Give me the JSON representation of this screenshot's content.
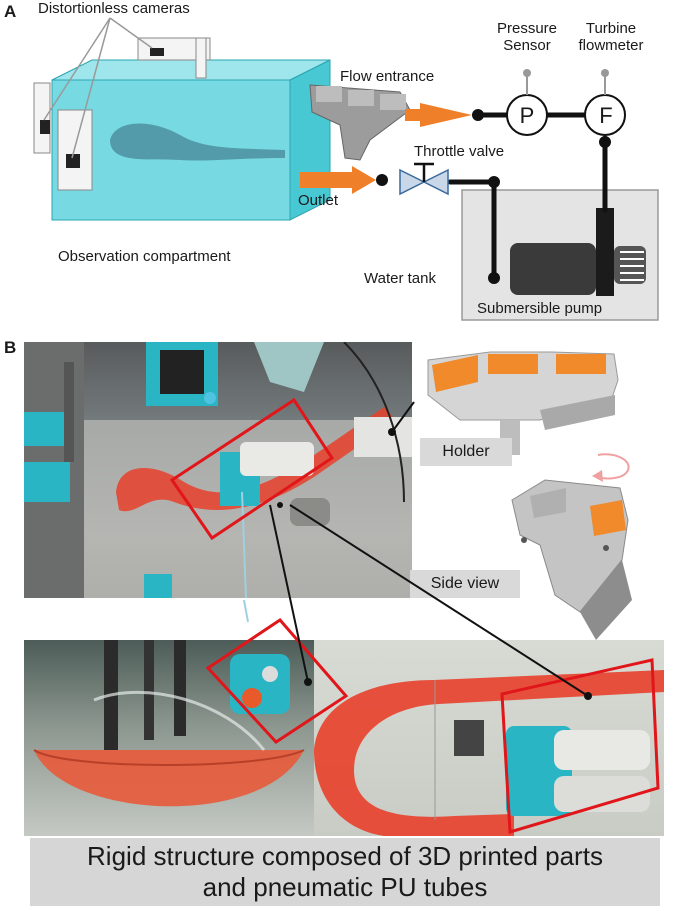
{
  "panel_a": {
    "letter": "A",
    "labels": {
      "cameras": "Distortionless cameras",
      "pressure_sensor_line1": "Pressure",
      "pressure_sensor_line2": "Sensor",
      "turbine_line1": "Turbine",
      "turbine_line2": "flowmeter",
      "flow_entrance": "Flow entrance",
      "throttle_valve": "Throttle valve",
      "outlet": "Outlet",
      "observation": "Observation compartment",
      "water_tank": "Water tank",
      "pump": "Submersible pump",
      "p_symbol": "P",
      "f_symbol": "F"
    }
  },
  "panel_b": {
    "letter": "B",
    "holder_label": "Holder",
    "side_view_label": "Side view",
    "caption_line1": "Rigid structure composed of 3D printed parts",
    "caption_line2": "and pneumatic PU tubes"
  },
  "colors": {
    "water": "#5fd3de",
    "arrow_orange": "#f07f2a",
    "tube_red": "#e8402a",
    "highlight_red": "#e0161a",
    "teal_part": "#2ab5c5",
    "tank_grey": "#e2e2e2"
  }
}
